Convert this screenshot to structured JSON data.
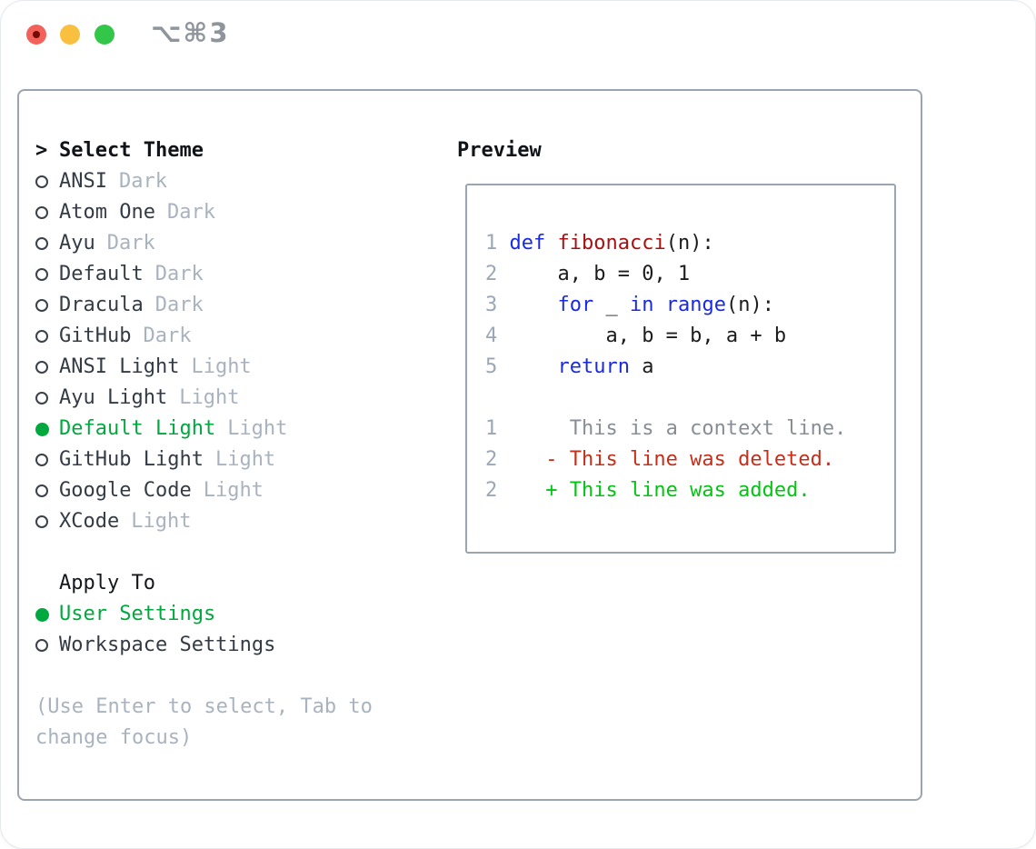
{
  "window": {
    "title": "⌥⌘3"
  },
  "titlebar_icons": [
    "close-button",
    "minimize-button",
    "zoom-button"
  ],
  "colors": {
    "panel_border": "#9aa5b1",
    "selected_green": "#00a83e",
    "tag_gray": "#a9b3bf",
    "hint_gray": "#a9b3bf",
    "label_dark": "#343b45",
    "traffic_red": "#f2625a",
    "traffic_red_dot": "#750b04",
    "traffic_yellow": "#f9c03f",
    "traffic_green": "#32c748",
    "num": "#9ba7b6",
    "kw": "#1a2ae0",
    "fn": "#a81111",
    "plain": "#1c1c1c",
    "ctx": "#878e96",
    "del": "#c72e1a",
    "add": "#03c413"
  },
  "theme_selector": {
    "prompt": ">",
    "header": "Select Theme",
    "themes": [
      {
        "id": "ansi-dark",
        "label": "ANSI",
        "tag": "Dark",
        "selected": false
      },
      {
        "id": "atom-one-dark",
        "label": "Atom One",
        "tag": "Dark",
        "selected": false
      },
      {
        "id": "ayu-dark",
        "label": "Ayu",
        "tag": "Dark",
        "selected": false
      },
      {
        "id": "default-dark",
        "label": "Default",
        "tag": "Dark",
        "selected": false
      },
      {
        "id": "dracula-dark",
        "label": "Dracula",
        "tag": "Dark",
        "selected": false
      },
      {
        "id": "github-dark",
        "label": "GitHub",
        "tag": "Dark",
        "selected": false
      },
      {
        "id": "ansi-light",
        "label": "ANSI Light",
        "tag": "Light",
        "selected": false
      },
      {
        "id": "ayu-light",
        "label": "Ayu Light",
        "tag": "Light",
        "selected": false
      },
      {
        "id": "default-light",
        "label": "Default Light",
        "tag": "Light",
        "selected": true
      },
      {
        "id": "github-light",
        "label": "GitHub Light",
        "tag": "Light",
        "selected": false
      },
      {
        "id": "google-code-light",
        "label": "Google Code",
        "tag": "Light",
        "selected": false
      },
      {
        "id": "xcode-light",
        "label": "XCode",
        "tag": "Light",
        "selected": false
      }
    ]
  },
  "apply_to": {
    "header": "Apply To",
    "options": [
      {
        "id": "user-settings",
        "label": "User Settings",
        "selected": true
      },
      {
        "id": "workspace-settings",
        "label": "Workspace Settings",
        "selected": false
      }
    ]
  },
  "hint_lines": [
    "(Use Enter to select, Tab to",
    "change focus)"
  ],
  "preview": {
    "header": "Preview",
    "code_lines": [
      [
        {
          "c": "num",
          "t": "1 "
        },
        {
          "c": "kw",
          "t": "def"
        },
        {
          "c": "plain",
          "t": " "
        },
        {
          "c": "fn",
          "t": "fibonacci"
        },
        {
          "c": "plain",
          "t": "(n):"
        }
      ],
      [
        {
          "c": "num",
          "t": "2 "
        },
        {
          "c": "plain",
          "t": "    a, b = 0, 1"
        }
      ],
      [
        {
          "c": "num",
          "t": "3 "
        },
        {
          "c": "plain",
          "t": "    "
        },
        {
          "c": "kw",
          "t": "for"
        },
        {
          "c": "plain",
          "t": " _ "
        },
        {
          "c": "kw",
          "t": "in"
        },
        {
          "c": "plain",
          "t": " "
        },
        {
          "c": "kw",
          "t": "range"
        },
        {
          "c": "plain",
          "t": "(n):"
        }
      ],
      [
        {
          "c": "num",
          "t": "4 "
        },
        {
          "c": "plain",
          "t": "        a, b = b, a + b"
        }
      ],
      [
        {
          "c": "num",
          "t": "5 "
        },
        {
          "c": "plain",
          "t": "    "
        },
        {
          "c": "kw",
          "t": "return"
        },
        {
          "c": "plain",
          "t": " a"
        }
      ],
      [],
      [
        {
          "c": "num",
          "t": "1"
        },
        {
          "c": "ctx",
          "t": "      This is a context line."
        }
      ],
      [
        {
          "c": "num",
          "t": "2"
        },
        {
          "c": "del",
          "t": "    - This line was deleted."
        }
      ],
      [
        {
          "c": "num",
          "t": "2"
        },
        {
          "c": "add",
          "t": "    + This line was added."
        }
      ]
    ]
  }
}
